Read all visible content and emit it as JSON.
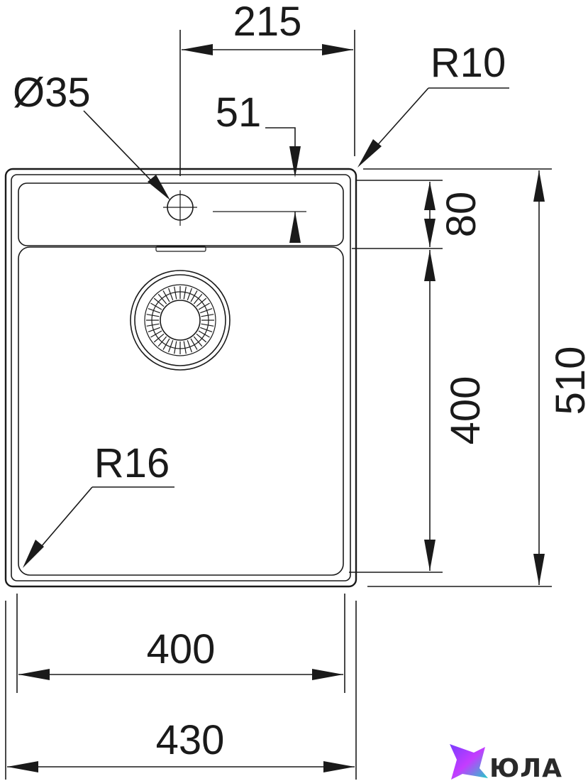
{
  "dimensions": {
    "top_width": "215",
    "faucet_hole": "Ø35",
    "faucet_offset": "51",
    "corner_outer": "R10",
    "ledge_depth": "80",
    "bowl_depth": "400",
    "overall_depth": "510",
    "bowl_corner": "R16",
    "bowl_width": "400",
    "overall_width": "430"
  },
  "brand": {
    "name": "ЮЛА",
    "colors": {
      "primary": "#2a2a2a",
      "logo_gradient_start": "#7a3cff",
      "logo_gradient_end": "#19d3c5"
    }
  }
}
